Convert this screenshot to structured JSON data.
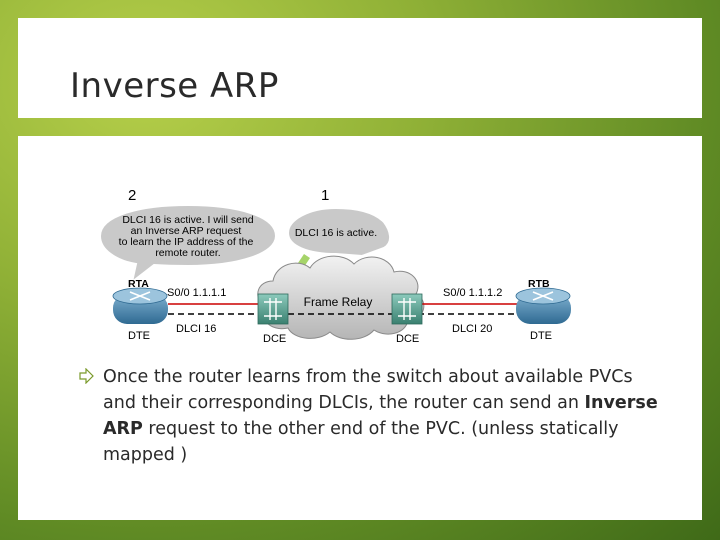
{
  "slide": {
    "title": "Inverse ARP"
  },
  "diagram": {
    "step_left": "2",
    "step_right": "1",
    "bubble_left_lines": [
      "DLCI 16 is active. I will send",
      "an Inverse ARP request",
      "to learn the IP address of the",
      "remote router."
    ],
    "bubble_right": "DLCI 16 is active.",
    "router_left_name": "RTA",
    "router_right_name": "RTB",
    "router_left_role": "DTE",
    "router_right_role": "DTE",
    "switch_left_role": "DCE",
    "switch_right_role": "DCE",
    "interface_left": "S0/0 1.1.1.1",
    "interface_right": "S0/0 1.1.1.2",
    "dlci_left": "DLCI 16",
    "dlci_right": "DLCI 20",
    "cloud_label": "Frame Relay"
  },
  "bullet": {
    "text_before": "Once the router learns from the switch about available PVCs and their corresponding DLCIs, the router can send an ",
    "text_bold": "Inverse ARP",
    "text_after": " request to the other end of the PVC. (unless statically mapped )"
  },
  "colors": {
    "link_red": "#cc0000",
    "router_blue": "#3f7fa8",
    "switch_green": "#4a9a8a",
    "bubble_gray": "#c9c9c9",
    "pointer_green": "#9ccf5a"
  }
}
